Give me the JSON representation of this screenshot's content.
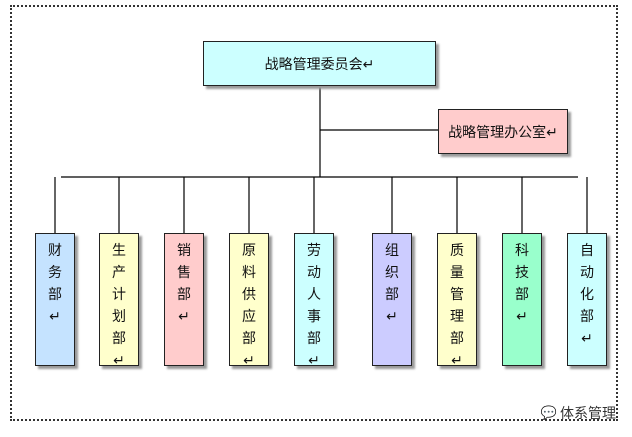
{
  "header": {
    "committee": "战略管理委员会↵",
    "office": "战略管理办公室↵"
  },
  "departments": [
    {
      "label": "财务部↵",
      "color": "#c5e3ff"
    },
    {
      "label": "生产计划部↵",
      "color": "#ffffcc"
    },
    {
      "label": "销售部↵",
      "color": "#ffcccc"
    },
    {
      "label": "原料供应部↵",
      "color": "#ffffcc"
    },
    {
      "label": "劳动人事部↵",
      "color": "#ccffff"
    },
    {
      "label": "组织部↵",
      "color": "#ccccff"
    },
    {
      "label": "质量管理部↵",
      "color": "#ffffcc"
    },
    {
      "label": "科技部↵",
      "color": "#99ffcc"
    },
    {
      "label": "自动化部↵",
      "color": "#ccffff"
    }
  ],
  "colors": {
    "committee": "#ccffff",
    "office": "#ffcccc"
  },
  "watermark": {
    "icon": "wechat-icon",
    "text": "体系管理"
  }
}
